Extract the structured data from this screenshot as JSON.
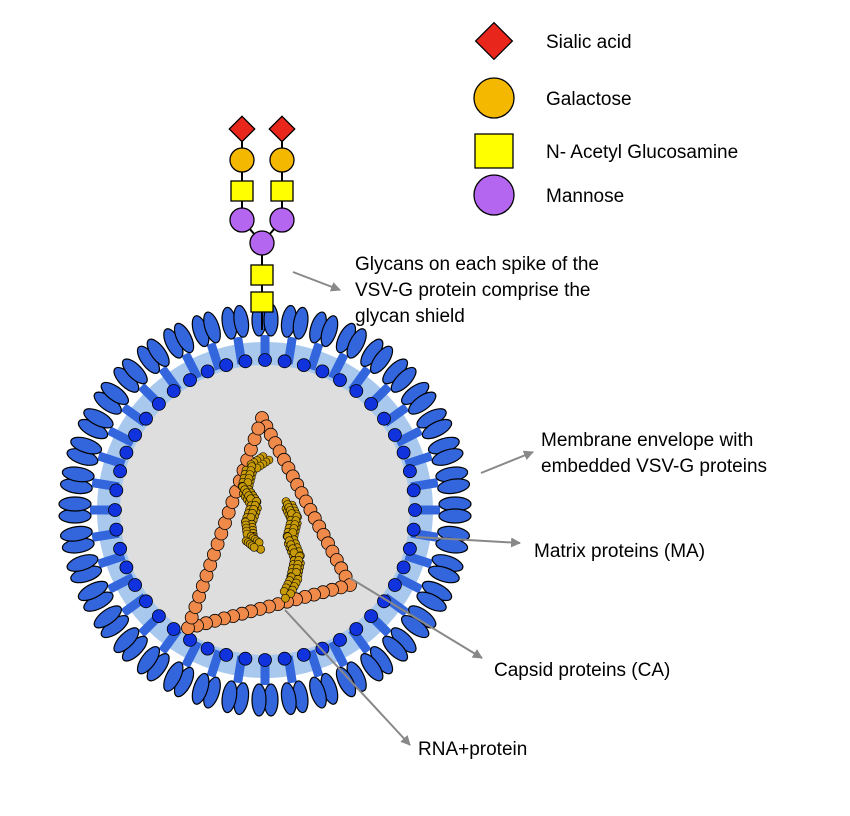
{
  "legend": {
    "sialic_acid": "Sialic acid",
    "galactose": "Galactose",
    "glcnac": "N- Acetyl Glucosamine",
    "mannose": "Mannose"
  },
  "annotations": {
    "glycan_shield": [
      "Glycans on each spike of the",
      "VSV-G protein comprise the",
      "glycan shield"
    ],
    "envelope": [
      "Membrane envelope with",
      "embedded VSV-G proteins"
    ],
    "matrix": "Matrix proteins (MA)",
    "capsid": "Capsid proteins (CA)",
    "rna": "RNA+protein"
  },
  "colors": {
    "sialic_acid": "#e8261c",
    "galactose": "#f5b800",
    "glcnac": "#ffff00",
    "mannose": "#b566f0",
    "spike": "#3366dd",
    "spike_light": "#6699ee",
    "membrane_inner": "#a8c8ee",
    "matrix": "#1133dd",
    "core": "#dedede",
    "capsid": "#f08a4b",
    "rna": "#c79a06",
    "arrow": "#888888"
  }
}
